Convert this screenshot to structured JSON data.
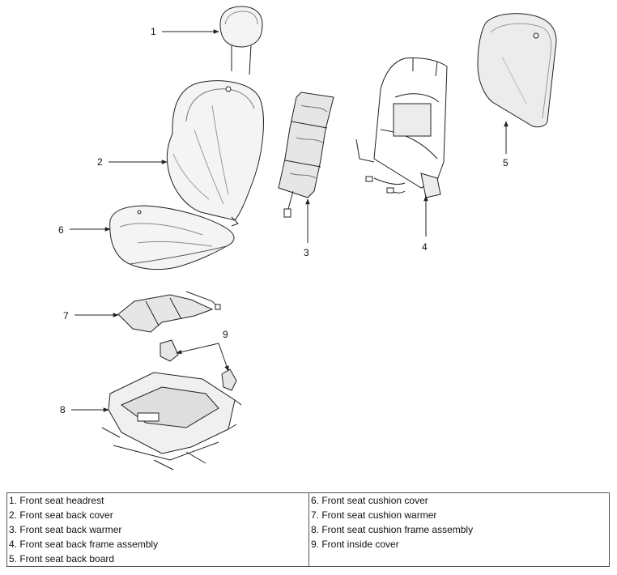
{
  "callouts": [
    {
      "id": "1",
      "label": "1"
    },
    {
      "id": "2",
      "label": "2"
    },
    {
      "id": "3",
      "label": "3"
    },
    {
      "id": "4",
      "label": "4"
    },
    {
      "id": "5",
      "label": "5"
    },
    {
      "id": "6",
      "label": "6"
    },
    {
      "id": "7",
      "label": "7"
    },
    {
      "id": "8",
      "label": "8"
    },
    {
      "id": "9",
      "label": "9"
    }
  ],
  "legend": {
    "left": [
      "1. Front seat headrest",
      "2. Front seat back cover",
      "3. Front seat back warmer",
      "4. Front seat back frame assembly",
      "5. Front seat back board"
    ],
    "right": [
      "6. Front seat cushion cover",
      "7. Front seat cushion warmer",
      "8. Front seat cushion frame assembly",
      "9. Front inside cover"
    ]
  },
  "colors": {
    "line": "#222222",
    "part_fill": "#f4f4f4",
    "part_shade": "#c8c8c8"
  }
}
